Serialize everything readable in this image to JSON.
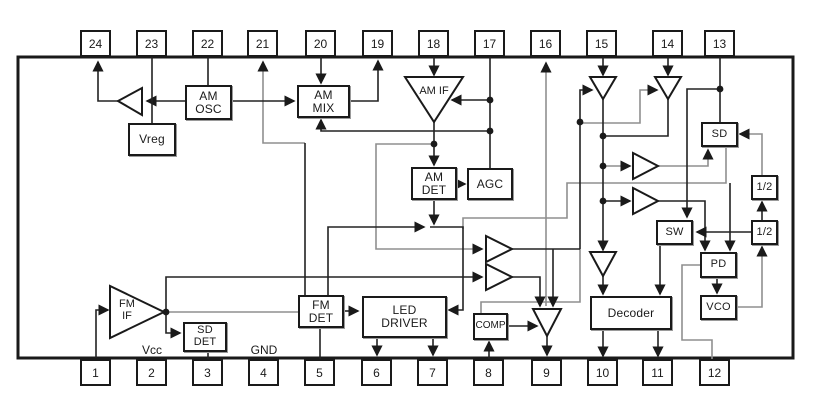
{
  "diagram": {
    "type": "ic-block-diagram",
    "pins_top": [
      "24",
      "23",
      "22",
      "21",
      "20",
      "19",
      "18",
      "17",
      "16",
      "15",
      "14",
      "13"
    ],
    "pins_bottom": [
      "1",
      "2",
      "3",
      "4",
      "5",
      "6",
      "7",
      "8",
      "9",
      "10",
      "11",
      "12"
    ],
    "blocks": {
      "vreg": {
        "label": "Vreg"
      },
      "am_osc": {
        "line1": "AM",
        "line2": "OSC"
      },
      "am_mix": {
        "line1": "AM",
        "line2": "MIX"
      },
      "am_if": {
        "label": "AM IF"
      },
      "am_det": {
        "line1": "AM",
        "line2": "DET"
      },
      "agc": {
        "label": "AGC"
      },
      "fm_if": {
        "line1": "FM",
        "line2": "IF"
      },
      "sd_det": {
        "line1": "SD",
        "line2": "DET"
      },
      "fm_det": {
        "line1": "FM",
        "line2": "DET"
      },
      "led_driver": {
        "line1": "LED",
        "line2": "DRIVER"
      },
      "comp": {
        "label": "COMP"
      },
      "decoder": {
        "label": "Decoder"
      },
      "sd": {
        "label": "SD"
      },
      "sw": {
        "label": "SW"
      },
      "pd": {
        "label": "PD"
      },
      "vco": {
        "label": "VCO"
      },
      "half_upper": {
        "label": "1/2"
      },
      "half_lower": {
        "label": "1/2"
      }
    },
    "rail_labels": {
      "vcc": "Vcc",
      "gnd": "GND"
    },
    "colors": {
      "background": "#ffffff",
      "line_dark": "#222222",
      "line_gray": "#8f8f8f",
      "box_border": "#1a1a1a"
    }
  }
}
